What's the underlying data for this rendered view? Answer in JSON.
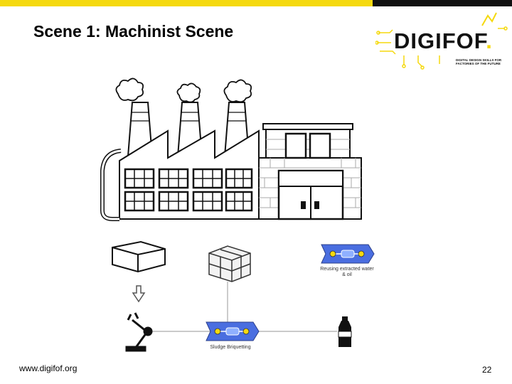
{
  "slide": {
    "title": "Scene 1: Machinist Scene",
    "footer_url": "www.digifof.org",
    "page_number": "22"
  },
  "logo": {
    "name_main": "DIGIFOF",
    "name_dot": ".",
    "tagline": "DIGITAL DESIGN SKILLS FOR FACTORIES OF THE FUTURE",
    "accent_color": "#f5d90f"
  },
  "diagram": {
    "process_1_label": "Reusing extracted water & oil",
    "process_2_label": "Sludge Briquetting",
    "process_color": "#4a6ee0"
  }
}
